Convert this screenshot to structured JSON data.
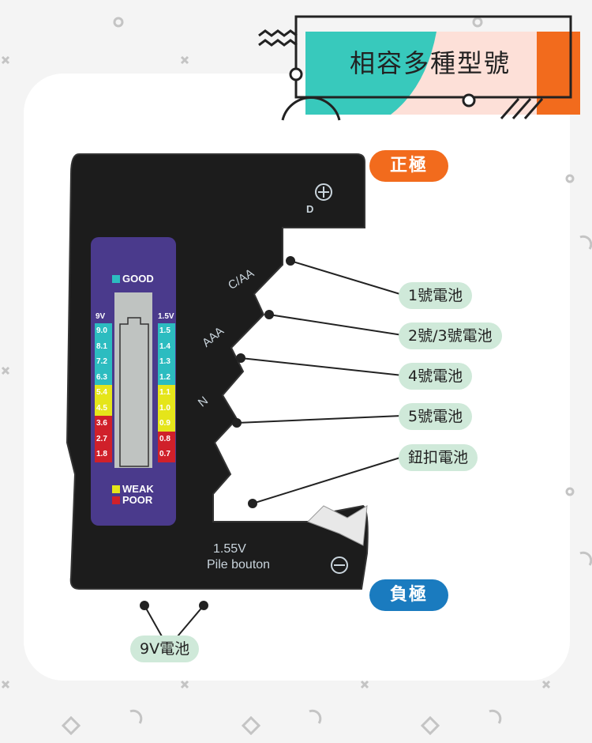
{
  "title": "相容多種型號",
  "positive_tag": "正極",
  "negative_tag": "負極",
  "battery_labels": [
    "1號電池",
    "2號/3號電池",
    "4號電池",
    "5號電池",
    "鈕扣電池"
  ],
  "nine_volt_label": "9V電池",
  "device": {
    "slot_d": "D",
    "slot_c_aa": "C/AA",
    "slot_aaa": "AAA",
    "slot_n": "N",
    "button_voltage": "1.55V",
    "button_text": "Pile bouton",
    "lcd": {
      "good": "GOOD",
      "weak": "WEAK",
      "poor": "POOR",
      "left_header": "9V",
      "right_header": "1.5V",
      "left_scale": [
        "9.0",
        "8.1",
        "7.2",
        "6.3",
        "5.4",
        "4.5",
        "3.6",
        "2.7",
        "1.8"
      ],
      "right_scale": [
        "1.5",
        "1.4",
        "1.3",
        "1.2",
        "1.1",
        "1.0",
        "0.9",
        "0.8",
        "0.7"
      ]
    }
  },
  "colors": {
    "good": "#2cbcc0",
    "weak": "#e5e51a",
    "poor": "#d0202a",
    "orange": "#f26b1d",
    "blue": "#1a7bbf",
    "teal": "#38c9bc"
  }
}
